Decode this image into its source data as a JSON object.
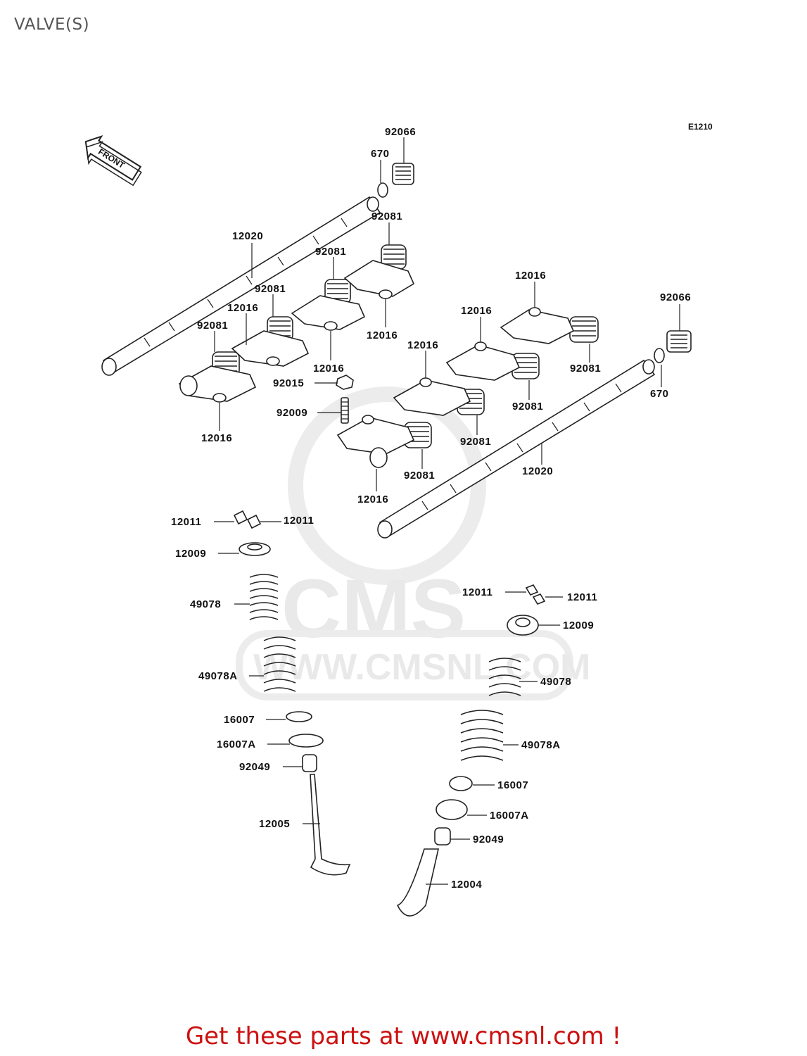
{
  "title": "VALVE(S)",
  "figure_code": "E1210",
  "front_label": "FRONT",
  "watermark": {
    "brand": "CMS",
    "url": "WWW.CMSNL.COM"
  },
  "footer": "Get these parts at www.cmsnl.com !",
  "colors": {
    "title": "#555555",
    "footer": "#cc1111",
    "line_art": "#222222",
    "watermark": "#e9e9e9"
  },
  "callouts": [
    {
      "id": "c1",
      "label": "92066"
    },
    {
      "id": "c2",
      "label": "670"
    },
    {
      "id": "c3",
      "label": "92081"
    },
    {
      "id": "c4",
      "label": "12020"
    },
    {
      "id": "c5",
      "label": "92081"
    },
    {
      "id": "c6",
      "label": "92081"
    },
    {
      "id": "c7",
      "label": "12016"
    },
    {
      "id": "c8",
      "label": "92081"
    },
    {
      "id": "c9",
      "label": "12016"
    },
    {
      "id": "c10",
      "label": "12016"
    },
    {
      "id": "c11",
      "label": "92015"
    },
    {
      "id": "c12",
      "label": "92009"
    },
    {
      "id": "c13",
      "label": "12016"
    },
    {
      "id": "c14",
      "label": "12016"
    },
    {
      "id": "c15",
      "label": "12016"
    },
    {
      "id": "c16",
      "label": "12016"
    },
    {
      "id": "c17",
      "label": "92066"
    },
    {
      "id": "c18",
      "label": "92081"
    },
    {
      "id": "c19",
      "label": "670"
    },
    {
      "id": "c20",
      "label": "92081"
    },
    {
      "id": "c21",
      "label": "92081"
    },
    {
      "id": "c22",
      "label": "12020"
    },
    {
      "id": "c23",
      "label": "92081"
    },
    {
      "id": "c24",
      "label": "12016"
    },
    {
      "id": "c25",
      "label": "12011"
    },
    {
      "id": "c26",
      "label": "12011"
    },
    {
      "id": "c27",
      "label": "12009"
    },
    {
      "id": "c28",
      "label": "49078"
    },
    {
      "id": "c29",
      "label": "49078A"
    },
    {
      "id": "c30",
      "label": "16007"
    },
    {
      "id": "c31",
      "label": "16007A"
    },
    {
      "id": "c32",
      "label": "92049"
    },
    {
      "id": "c33",
      "label": "12005"
    },
    {
      "id": "c34",
      "label": "12011"
    },
    {
      "id": "c35",
      "label": "12011"
    },
    {
      "id": "c36",
      "label": "12009"
    },
    {
      "id": "c37",
      "label": "49078"
    },
    {
      "id": "c38",
      "label": "49078A"
    },
    {
      "id": "c39",
      "label": "16007"
    },
    {
      "id": "c40",
      "label": "16007A"
    },
    {
      "id": "c41",
      "label": "92049"
    },
    {
      "id": "c42",
      "label": "12004"
    }
  ]
}
